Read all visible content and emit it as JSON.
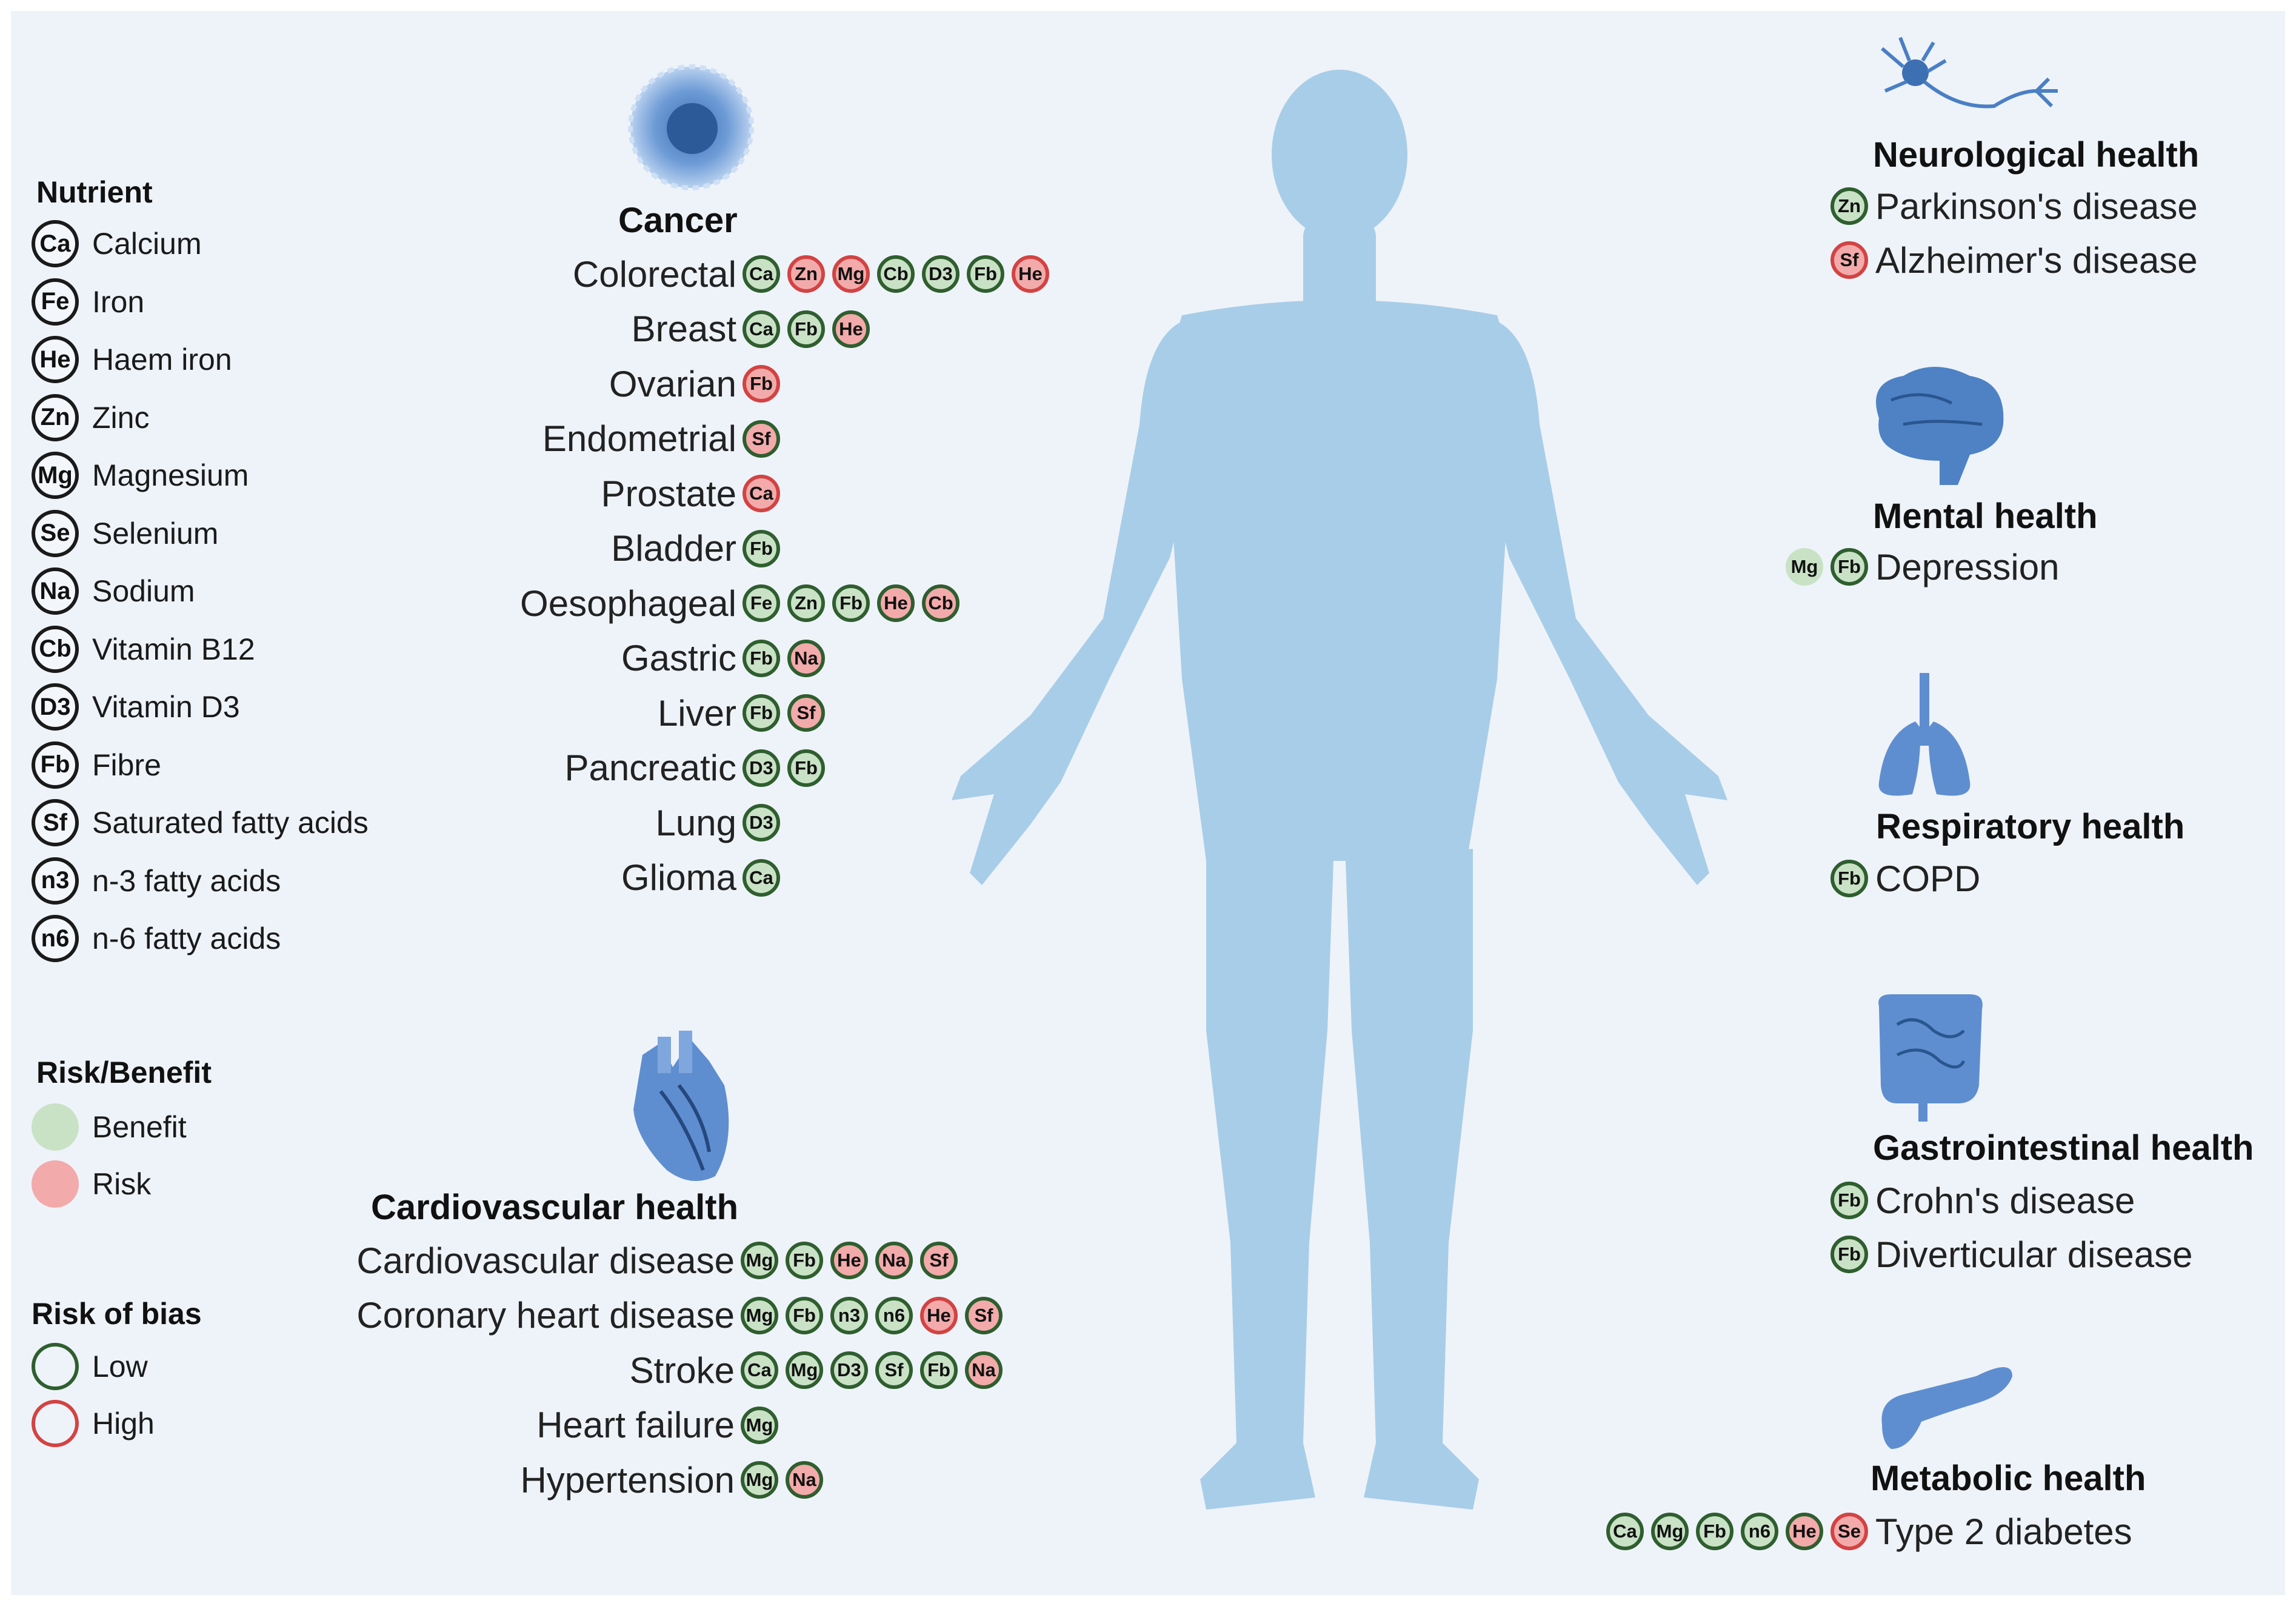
{
  "colors": {
    "benefit": "#c9e2c6",
    "risk": "#f3aaaa",
    "low_bias": "#2f5e2f",
    "high_bias": "#d24343",
    "body": "#a8cde8"
  },
  "legend": {
    "nutrient_title": "Nutrient",
    "nutrients": [
      {
        "code": "Ca",
        "name": "Calcium"
      },
      {
        "code": "Fe",
        "name": "Iron"
      },
      {
        "code": "He",
        "name": "Haem iron"
      },
      {
        "code": "Zn",
        "name": "Zinc"
      },
      {
        "code": "Mg",
        "name": "Magnesium"
      },
      {
        "code": "Se",
        "name": "Selenium"
      },
      {
        "code": "Na",
        "name": "Sodium"
      },
      {
        "code": "Cb",
        "name": "Vitamin B12"
      },
      {
        "code": "D3",
        "name": "Vitamin D3"
      },
      {
        "code": "Fb",
        "name": "Fibre"
      },
      {
        "code": "Sf",
        "name": "Saturated fatty acids"
      },
      {
        "code": "n3",
        "name": "n-3 fatty acids"
      },
      {
        "code": "n6",
        "name": "n-6 fatty acids"
      }
    ],
    "risk_title": "Risk/Benefit",
    "benefit_label": "Benefit",
    "risk_label": "Risk",
    "bias_title": "Risk of bias",
    "low_label": "Low",
    "high_label": "High"
  },
  "sections": {
    "cancer": {
      "icon": "cell-icon",
      "title": "Cancer",
      "rows": [
        {
          "label": "Colorectal",
          "chips": [
            {
              "code": "Ca",
              "effect": "benefit",
              "bias": "low"
            },
            {
              "code": "Zn",
              "effect": "risk",
              "bias": "high"
            },
            {
              "code": "Mg",
              "effect": "risk",
              "bias": "high"
            },
            {
              "code": "Cb",
              "effect": "benefit",
              "bias": "low"
            },
            {
              "code": "D3",
              "effect": "benefit",
              "bias": "low"
            },
            {
              "code": "Fb",
              "effect": "benefit",
              "bias": "low"
            },
            {
              "code": "He",
              "effect": "risk",
              "bias": "high"
            }
          ]
        },
        {
          "label": "Breast",
          "chips": [
            {
              "code": "Ca",
              "effect": "benefit",
              "bias": "low"
            },
            {
              "code": "Fb",
              "effect": "benefit",
              "bias": "low"
            },
            {
              "code": "He",
              "effect": "risk",
              "bias": "low"
            }
          ]
        },
        {
          "label": "Ovarian",
          "chips": [
            {
              "code": "Fb",
              "effect": "risk",
              "bias": "high"
            }
          ]
        },
        {
          "label": "Endometrial",
          "chips": [
            {
              "code": "Sf",
              "effect": "risk",
              "bias": "low"
            }
          ]
        },
        {
          "label": "Prostate",
          "chips": [
            {
              "code": "Ca",
              "effect": "risk",
              "bias": "high"
            }
          ]
        },
        {
          "label": "Bladder",
          "chips": [
            {
              "code": "Fb",
              "effect": "benefit",
              "bias": "low"
            }
          ]
        },
        {
          "label": "Oesophageal",
          "chips": [
            {
              "code": "Fe",
              "effect": "benefit",
              "bias": "low"
            },
            {
              "code": "Zn",
              "effect": "benefit",
              "bias": "low"
            },
            {
              "code": "Fb",
              "effect": "benefit",
              "bias": "low"
            },
            {
              "code": "He",
              "effect": "risk",
              "bias": "low"
            },
            {
              "code": "Cb",
              "effect": "risk",
              "bias": "low"
            }
          ]
        },
        {
          "label": "Gastric",
          "chips": [
            {
              "code": "Fb",
              "effect": "benefit",
              "bias": "low"
            },
            {
              "code": "Na",
              "effect": "risk",
              "bias": "low"
            }
          ]
        },
        {
          "label": "Liver",
          "chips": [
            {
              "code": "Fb",
              "effect": "benefit",
              "bias": "low"
            },
            {
              "code": "Sf",
              "effect": "risk",
              "bias": "low"
            }
          ]
        },
        {
          "label": "Pancreatic",
          "chips": [
            {
              "code": "D3",
              "effect": "benefit",
              "bias": "low"
            },
            {
              "code": "Fb",
              "effect": "benefit",
              "bias": "low"
            }
          ]
        },
        {
          "label": "Lung",
          "chips": [
            {
              "code": "D3",
              "effect": "benefit",
              "bias": "low"
            }
          ]
        },
        {
          "label": "Glioma",
          "chips": [
            {
              "code": "Ca",
              "effect": "benefit",
              "bias": "low"
            }
          ]
        }
      ]
    },
    "cardio": {
      "icon": "heart-icon",
      "title": "Cardiovascular health",
      "rows": [
        {
          "label": "Cardiovascular disease",
          "chips": [
            {
              "code": "Mg",
              "effect": "benefit",
              "bias": "low"
            },
            {
              "code": "Fb",
              "effect": "benefit",
              "bias": "low"
            },
            {
              "code": "He",
              "effect": "risk",
              "bias": "low"
            },
            {
              "code": "Na",
              "effect": "risk",
              "bias": "low"
            },
            {
              "code": "Sf",
              "effect": "risk",
              "bias": "low"
            }
          ]
        },
        {
          "label": "Coronary heart disease",
          "chips": [
            {
              "code": "Mg",
              "effect": "benefit",
              "bias": "low"
            },
            {
              "code": "Fb",
              "effect": "benefit",
              "bias": "low"
            },
            {
              "code": "n3",
              "effect": "benefit",
              "bias": "low"
            },
            {
              "code": "n6",
              "effect": "benefit",
              "bias": "low"
            },
            {
              "code": "He",
              "effect": "risk",
              "bias": "high"
            },
            {
              "code": "Sf",
              "effect": "risk",
              "bias": "low"
            }
          ]
        },
        {
          "label": "Stroke",
          "chips": [
            {
              "code": "Ca",
              "effect": "benefit",
              "bias": "low"
            },
            {
              "code": "Mg",
              "effect": "benefit",
              "bias": "low"
            },
            {
              "code": "D3",
              "effect": "benefit",
              "bias": "low"
            },
            {
              "code": "Sf",
              "effect": "benefit",
              "bias": "low"
            },
            {
              "code": "Fb",
              "effect": "benefit",
              "bias": "low"
            },
            {
              "code": "Na",
              "effect": "risk",
              "bias": "low"
            }
          ]
        },
        {
          "label": "Heart failure",
          "chips": [
            {
              "code": "Mg",
              "effect": "benefit",
              "bias": "low"
            }
          ]
        },
        {
          "label": "Hypertension",
          "chips": [
            {
              "code": "Mg",
              "effect": "benefit",
              "bias": "low"
            },
            {
              "code": "Na",
              "effect": "risk",
              "bias": "low"
            }
          ]
        }
      ]
    },
    "neuro": {
      "icon": "neuron-icon",
      "title": "Neurological health",
      "rows": [
        {
          "label": "Parkinson's disease",
          "chips": [
            {
              "code": "Zn",
              "effect": "benefit",
              "bias": "low"
            }
          ]
        },
        {
          "label": "Alzheimer's disease",
          "chips": [
            {
              "code": "Sf",
              "effect": "risk",
              "bias": "high"
            }
          ]
        }
      ]
    },
    "mental": {
      "icon": "brain-icon",
      "title": "Mental health",
      "rows": [
        {
          "label": "Depression",
          "chips": [
            {
              "code": "Mg",
              "effect": "benefit",
              "bias": "none"
            },
            {
              "code": "Fb",
              "effect": "benefit",
              "bias": "low"
            }
          ]
        }
      ]
    },
    "resp": {
      "icon": "lungs-icon",
      "title": "Respiratory health",
      "rows": [
        {
          "label": "COPD",
          "chips": [
            {
              "code": "Fb",
              "effect": "benefit",
              "bias": "low"
            }
          ]
        }
      ]
    },
    "gastro": {
      "icon": "intestine-icon",
      "title": "Gastrointestinal health",
      "rows": [
        {
          "label": "Crohn's disease",
          "chips": [
            {
              "code": "Fb",
              "effect": "benefit",
              "bias": "low"
            }
          ]
        },
        {
          "label": "Diverticular disease",
          "chips": [
            {
              "code": "Fb",
              "effect": "benefit",
              "bias": "low"
            }
          ]
        }
      ]
    },
    "metabolic": {
      "icon": "pancreas-icon",
      "title": "Metabolic health",
      "rows": [
        {
          "label": "Type 2 diabetes",
          "chips": [
            {
              "code": "Ca",
              "effect": "benefit",
              "bias": "low"
            },
            {
              "code": "Mg",
              "effect": "benefit",
              "bias": "low"
            },
            {
              "code": "Fb",
              "effect": "benefit",
              "bias": "low"
            },
            {
              "code": "n6",
              "effect": "benefit",
              "bias": "low"
            },
            {
              "code": "He",
              "effect": "risk",
              "bias": "low"
            },
            {
              "code": "Se",
              "effect": "risk",
              "bias": "high"
            }
          ]
        }
      ]
    }
  }
}
